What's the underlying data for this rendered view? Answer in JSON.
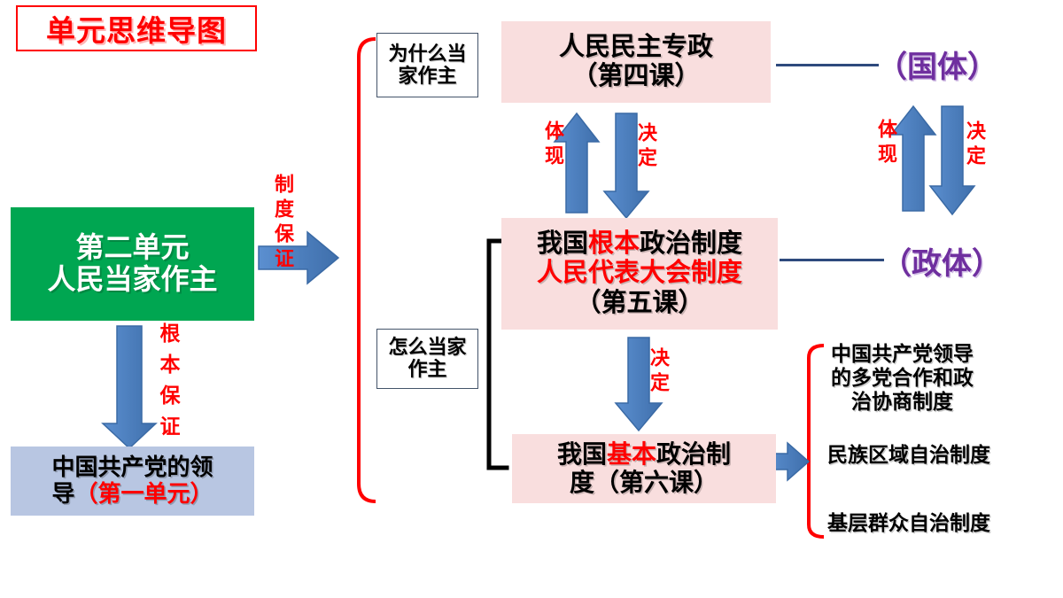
{
  "title": {
    "text": "单元思维导图",
    "color": "#ff0000"
  },
  "colors": {
    "accent_green": "#00a651",
    "accent_pink": "#f9dede",
    "accent_blue_box": "#b8c6e2",
    "arrow_blue": "#4a7ebb",
    "bracket_red": "#ff0000",
    "bracket_black": "#000000",
    "purple": "#6f2f9f",
    "line_navy": "#2e4a7d",
    "red_text": "#ff0000"
  },
  "unit_box": {
    "line1": "第二单元",
    "line2": "人民当家作主"
  },
  "party_box": {
    "line1": "中国共产党的领",
    "line2_black": "导",
    "line2_red": "（第一单元）"
  },
  "question_boxes": [
    {
      "id": "why",
      "line1": "为什么当",
      "line2": "家作主"
    },
    {
      "id": "how",
      "line1": "怎么当家",
      "line2": "作主"
    }
  ],
  "main_boxes": {
    "lesson4": {
      "line1": "人民民主专政",
      "line2": "（第四课）"
    },
    "lesson5": {
      "line1_a": "我国",
      "line1_b": "根本",
      "line1_c": "政治制度",
      "line2": "人民代表大会制度",
      "line3": "（第五课）"
    },
    "lesson6": {
      "line1_a": "我国",
      "line1_b": "基本",
      "line1_c": "政治制",
      "line2": "度（第六课）"
    }
  },
  "side_labels": {
    "guoti": "（国体）",
    "zhengti": "（政体）"
  },
  "arrow_labels": {
    "zhidu_baozheng": "制度保证",
    "genben_baozheng": "根本保证",
    "tixian_top": "体现",
    "jueding_top": "决定",
    "tixian_right": "体现",
    "jueding_right": "决定",
    "jueding_mid": "决定"
  },
  "basic_systems": [
    "中国共产党领导",
    "的多党合作和政",
    "治协商制度",
    "民族区域自治制度",
    "基层群众自治制度"
  ]
}
